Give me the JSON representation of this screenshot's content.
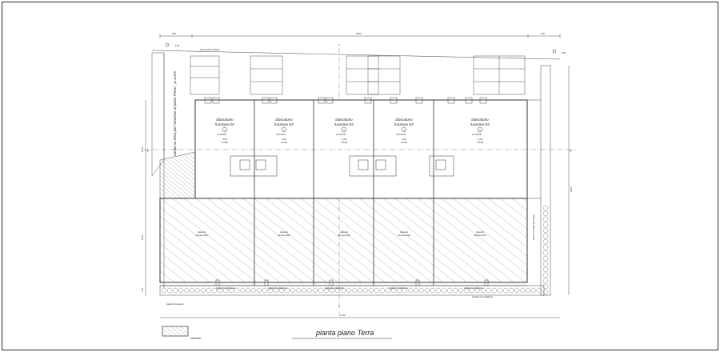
{
  "colors": {
    "line": "#333333",
    "border": "#4a4a4a",
    "hatch": "#8a8a8a"
  },
  "drawing": {
    "title": "planta piano Terra",
    "legend_label": "Interrato",
    "street": "Via Guardia di Rocca",
    "ramp": "rampa su terra per l'accesso al piano Primo - p.=15%",
    "right_note": "terreno a confine per servizi",
    "section_mark": "X",
    "section_side": "Y",
    "dims": {
      "top_total": "66.50",
      "top_left": "6.00",
      "top_right": "6.50",
      "bottom_total": "71.50",
      "left_a": "18.00",
      "left_b": "18.00",
      "left_c": "1.00",
      "right_a": "36.00",
      "level_top": "-0.00",
      "level_right": "-1.50"
    },
    "labs": [
      {
        "line1": "laboratorio",
        "line2": "funzione D2",
        "num": "1",
        "area": "mq 305,50",
        "h1": "-0.00",
        "h2": "h=6.00"
      },
      {
        "line1": "laboratorio",
        "line2": "funzione D2",
        "num": "2",
        "area": "mq 156,16",
        "h1": "-0.00",
        "h2": "h=6.00"
      },
      {
        "line1": "laboratorio",
        "line2": "funzione D2",
        "num": "3",
        "area": "mq 156,16",
        "h1": "-0.00",
        "h2": "h=6.00"
      },
      {
        "line1": "laboratorio",
        "line2": "funzione D2",
        "num": "4",
        "area": "mq 156,16",
        "h1": "-0.40",
        "h2": "h=6.00"
      },
      {
        "line1": "laboratorio",
        "line2": "funzione D2",
        "num": "5",
        "area": "mq 315,50",
        "h1": "-0.40",
        "h2": "h=6.00"
      }
    ],
    "deposits": [
      {
        "line1": "deposito",
        "line2": "funzione D16"
      },
      {
        "line1": "deposito",
        "line2": "funzione D16"
      },
      {
        "line1": "deposito",
        "line2": "funzione D16"
      },
      {
        "line1": "deposito",
        "line2": "funzione D16"
      },
      {
        "line1": "deposito",
        "line2": "funzione D16"
      }
    ],
    "vents": [
      "griglia di ventilazione",
      "griglia di ventilazione",
      "griglia di ventilazione",
      "griglia di ventilazione",
      "griglia di ventilazione"
    ],
    "bottom_left_note": "parete di sostegno",
    "bottom_right_note": "cavedio di ventilazione"
  }
}
